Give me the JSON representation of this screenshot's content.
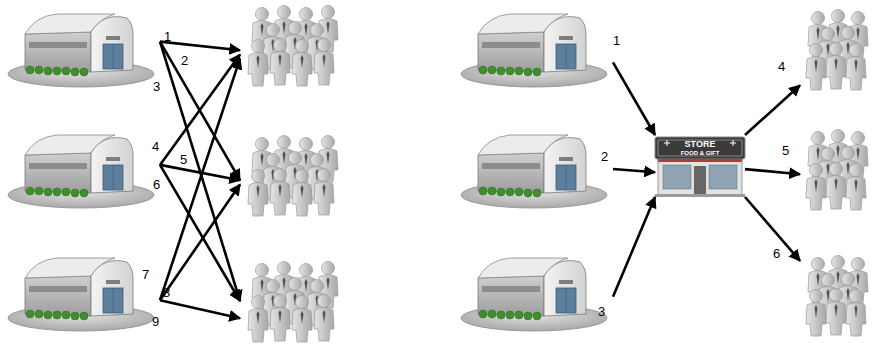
{
  "diagram": {
    "nodes": [
      {
        "text": []
      },
      {
        "text": []
      },
      {
        "text": []
      },
      {
        "text": []
      },
      {
        "text": []
      },
      {
        "text": []
      },
      {
        "text": []
      },
      {
        "text": []
      },
      {
        "text": []
      },
      {
        "text": [
          "STORE",
          "FOOD & GIFT"
        ]
      },
      {
        "text": []
      },
      {
        "text": []
      },
      {
        "text": []
      }
    ],
    "edges": [
      {
        "from": 0,
        "to": 3,
        "arrow": "to",
        "label": "1"
      },
      {
        "from": 0,
        "to": 4,
        "arrow": "to",
        "label": "2"
      },
      {
        "from": 0,
        "to": 5,
        "arrow": "to",
        "label": "3"
      },
      {
        "from": 1,
        "to": 3,
        "arrow": "to",
        "label": "4"
      },
      {
        "from": 1,
        "to": 4,
        "arrow": "to",
        "label": "5"
      },
      {
        "from": 1,
        "to": 5,
        "arrow": "to",
        "label": "6"
      },
      {
        "from": 2,
        "to": 3,
        "arrow": "to",
        "label": "7"
      },
      {
        "from": 2,
        "to": 4,
        "arrow": "to",
        "label": "8"
      },
      {
        "from": 2,
        "to": 5,
        "arrow": "to",
        "label": "9"
      },
      {
        "from": 6,
        "to": 9,
        "arrow": "to",
        "label": "1"
      },
      {
        "from": 7,
        "to": 9,
        "arrow": "to",
        "label": "2"
      },
      {
        "from": 8,
        "to": 9,
        "arrow": "to",
        "label": "3"
      },
      {
        "from": 9,
        "to": 10,
        "arrow": "to",
        "label": "4"
      },
      {
        "from": 9,
        "to": 11,
        "arrow": "to",
        "label": "5"
      },
      {
        "from": 9,
        "to": 12,
        "arrow": "to",
        "label": "6"
      }
    ]
  }
}
